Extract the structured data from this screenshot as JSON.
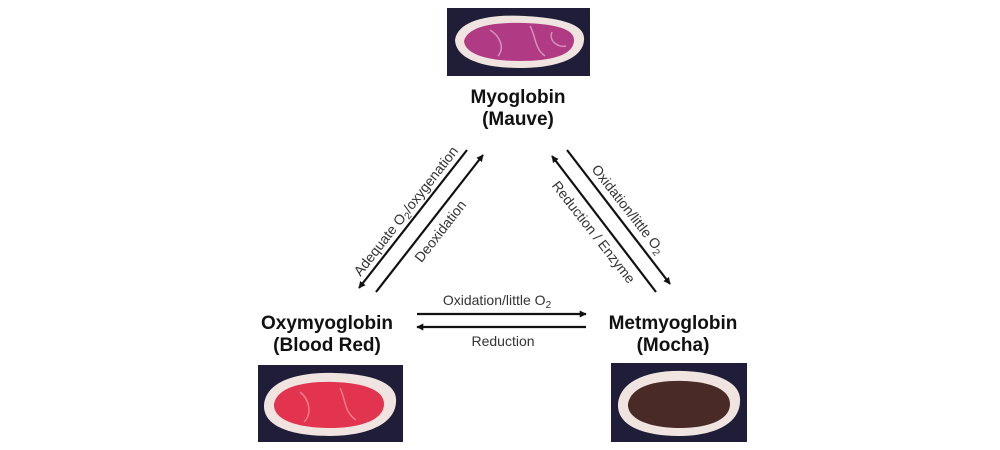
{
  "nodes": {
    "myoglobin": {
      "name": "Myoglobin",
      "color_name": "(Mauve)"
    },
    "oxymyoglobin": {
      "name": "Oxymyoglobin",
      "color_name": "(Blood Red)"
    },
    "metmyoglobin": {
      "name": "Metmyoglobin",
      "color_name": "(Mocha)"
    }
  },
  "arrows": {
    "myo_to_oxy": {
      "label_pre": "Adequate O",
      "label_sub": "2",
      "label_post": "/oxygenation"
    },
    "oxy_to_myo": {
      "label": "Deoxidation"
    },
    "myo_to_met": {
      "label_pre": "Oxidation/little O",
      "label_sub": "2"
    },
    "met_to_myo": {
      "label": "Reduction / Enzyme"
    },
    "oxy_to_met": {
      "label_pre": "Oxidation/little O",
      "label_sub": "2"
    },
    "met_to_oxy": {
      "label": "Reduction"
    }
  },
  "colors": {
    "mauve_meat": "#b03a84",
    "blood_red_meat": "#e2334f",
    "mocha_meat": "#4a2a26",
    "photo_background": "#1f1d38",
    "fat": "#efe4e0"
  }
}
